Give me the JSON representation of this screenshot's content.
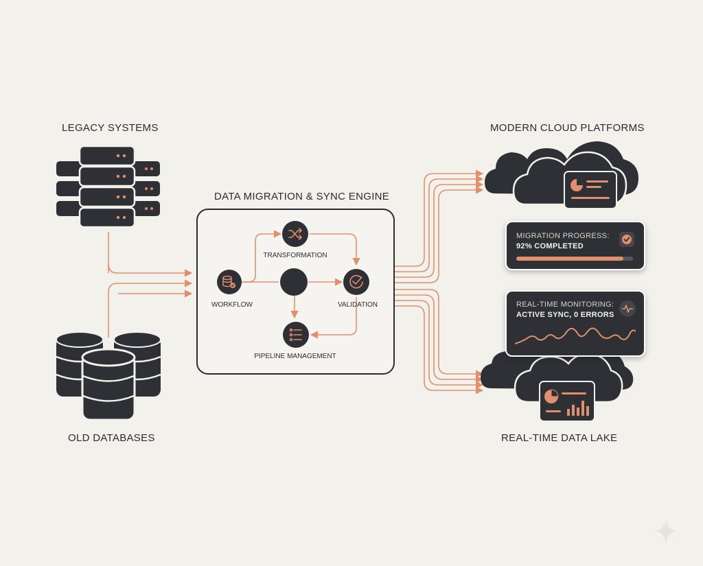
{
  "labels": {
    "legacy_systems": "LEGACY SYSTEMS",
    "old_databases": "OLD DATABASES",
    "engine_title": "DATA MIGRATION & SYNC ENGINE",
    "cloud_platforms": "MODERN CLOUD PLATFORMS",
    "data_lake": "REAL-TIME DATA LAKE"
  },
  "engine_nodes": {
    "transformation": "TRANSFORMATION",
    "workflow": "WORKFLOW",
    "validation": "VALIDATION",
    "pipeline": "PIPELINE MANAGEMENT"
  },
  "migration_card": {
    "title": "MIGRATION PROGRESS:",
    "status": "92% COMPLETED",
    "progress": 0.92
  },
  "monitoring_card": {
    "title": "REAL-TIME MONITORING:",
    "status": "ACTIVE SYNC, 0 ERRORS"
  },
  "icons": {
    "legacy_servers": "server-stack-icon",
    "databases": "database-icon",
    "transformation": "shuffle-icon",
    "workflow": "database-check-icon",
    "validation": "check-circle-icon",
    "pipeline": "list-icon",
    "migration": "check-badge-icon",
    "monitoring": "pulse-icon",
    "cloud_dashboard": "pie-chart-icon",
    "data_lake_dashboard": "bar-chart-icon"
  },
  "colors": {
    "background": "#f3f1ec",
    "dark": "#2f3036",
    "accent": "#e0906c"
  }
}
